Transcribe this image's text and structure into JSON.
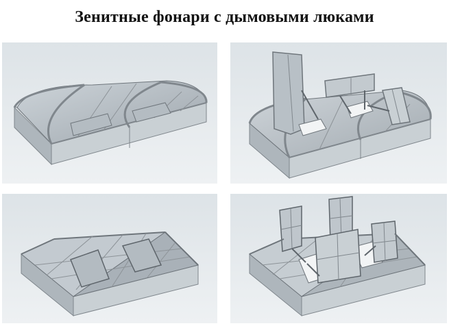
{
  "title": "Зенитные фонари с дымовыми люками",
  "colors": {
    "background": "#ffffff",
    "panel_bg": "#e4e9ec",
    "frame": "#8d9398",
    "glass": "#b9c1c7",
    "base_wall": "#c9d0d4"
  },
  "illustrations": [
    {
      "name": "arched-skylight-closed"
    },
    {
      "name": "arched-skylight-hatches-open"
    },
    {
      "name": "pitched-skylight-closed"
    },
    {
      "name": "pitched-skylight-hatches-open"
    }
  ]
}
